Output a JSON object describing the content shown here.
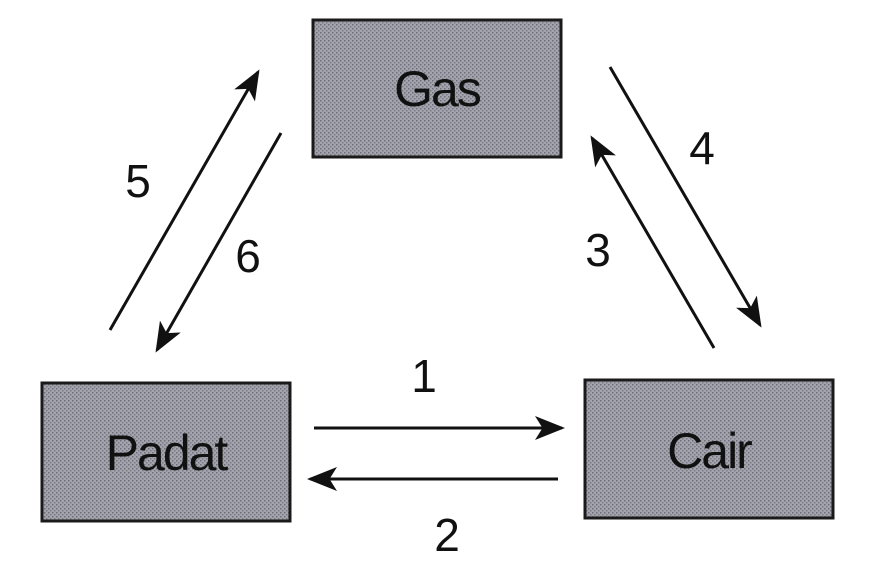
{
  "states": {
    "gas": "Gas",
    "padat": "Padat",
    "cair": "Cair"
  },
  "transitions": [
    {
      "label": "1",
      "from": "Padat",
      "to": "Cair"
    },
    {
      "label": "2",
      "from": "Cair",
      "to": "Padat"
    },
    {
      "label": "3",
      "from": "Cair",
      "to": "Gas"
    },
    {
      "label": "4",
      "from": "Gas",
      "to": "Cair"
    },
    {
      "label": "5",
      "from": "Padat",
      "to": "Gas"
    },
    {
      "label": "6",
      "from": "Gas",
      "to": "Padat"
    }
  ],
  "colors": {
    "box_fill": "#9a9aa6",
    "stroke": "#111111",
    "background": "#ffffff"
  }
}
